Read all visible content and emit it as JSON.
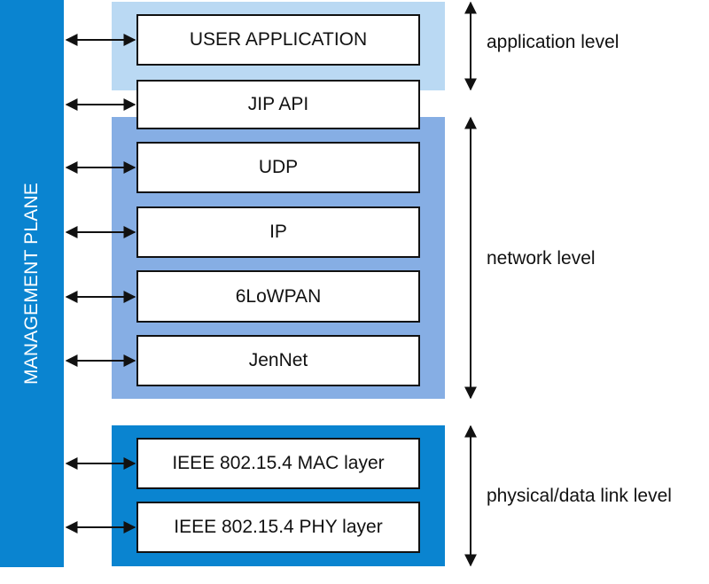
{
  "management_plane": {
    "label": "MANAGEMENT PLANE"
  },
  "layers": {
    "user_application": "USER APPLICATION",
    "jip_api": "JIP API",
    "udp": "UDP",
    "ip": "IP",
    "sixlowpan": "6LoWPAN",
    "jennet": "JenNet",
    "mac": "IEEE 802.15.4 MAC layer",
    "phy": "IEEE 802.15.4 PHY layer"
  },
  "levels": {
    "application": "application level",
    "network": "network level",
    "physical": "physical/data link level"
  },
  "colors": {
    "management_plane": "#0a84d0",
    "application_zone": "#bad9f3",
    "network_zone": "#86aee4",
    "physical_zone": "#0a84d0",
    "box_border": "#111111"
  }
}
